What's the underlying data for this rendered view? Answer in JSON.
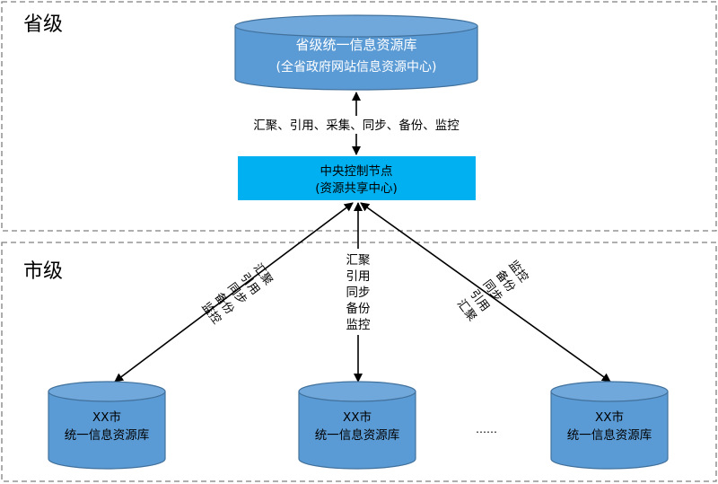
{
  "province": {
    "zone_label": "省级",
    "db_title": "省级统一信息资源库",
    "db_subtitle": "(全省政府网站信息资源中心)",
    "link_label": "汇聚、引用、采集、同步、备份、监控",
    "node_title": "中央控制节点",
    "node_subtitle": "(资源共享中心)"
  },
  "city": {
    "zone_label": "市级",
    "db_title": "XX市",
    "db_subtitle": "统一信息资源库",
    "ellipsis": "……",
    "links": {
      "left": [
        "汇聚",
        "引用",
        "同步",
        "备份",
        "监控"
      ],
      "center": [
        "汇聚",
        "引用",
        "同步",
        "备份",
        "监控"
      ],
      "right": [
        "汇聚",
        "引用",
        "同步",
        "备份",
        "监控"
      ]
    }
  },
  "colors": {
    "db_fill": "#5b9bd5",
    "db_top": "#70a8dc",
    "db_stroke": "#41719c",
    "node_fill": "#00b0f0",
    "dash": "#7f7f7f",
    "arrow": "#000000"
  }
}
